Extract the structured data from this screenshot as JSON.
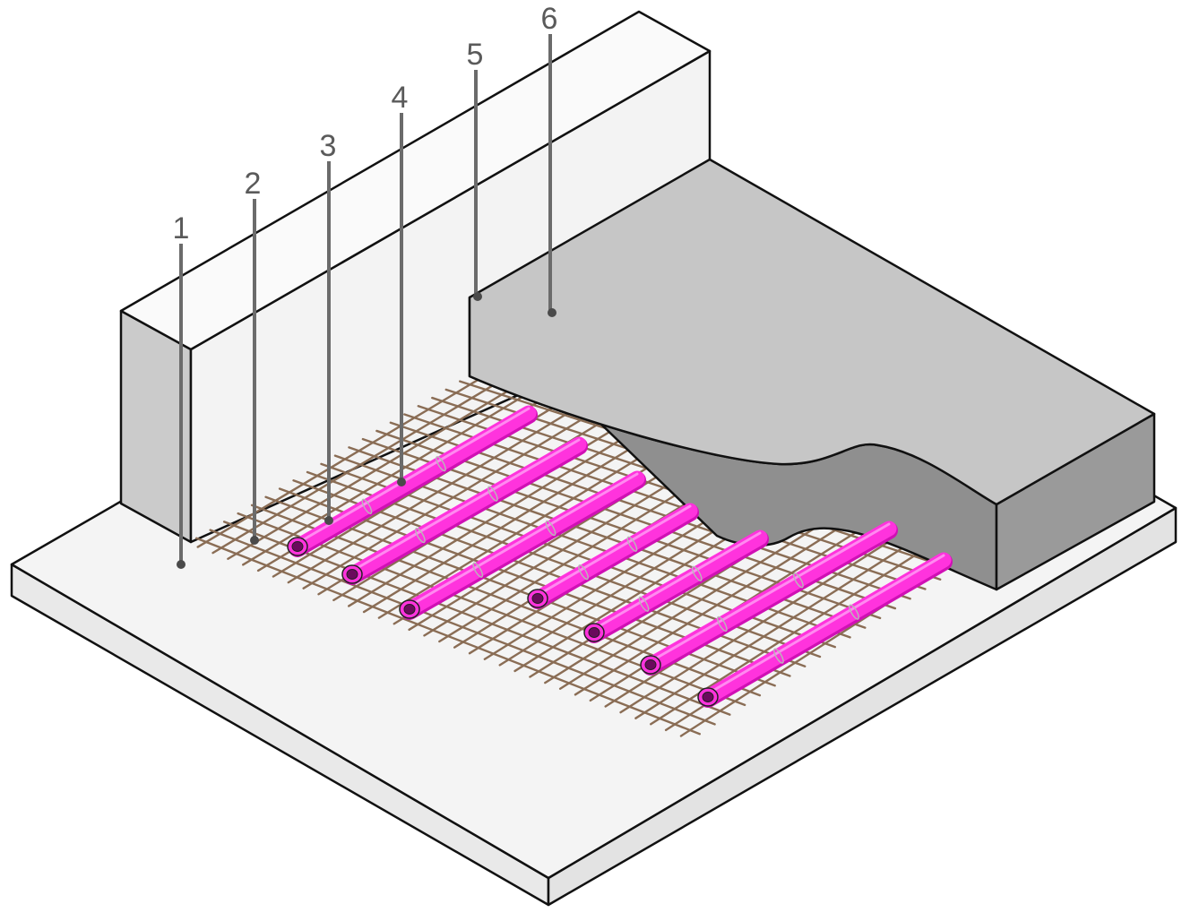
{
  "callouts": [
    {
      "id": "1",
      "label": "1"
    },
    {
      "id": "2",
      "label": "2"
    },
    {
      "id": "3",
      "label": "3"
    },
    {
      "id": "4",
      "label": "4"
    },
    {
      "id": "5",
      "label": "5"
    },
    {
      "id": "6",
      "label": "6"
    }
  ],
  "colors": {
    "base_top": "#f3f3f3",
    "base_side": "#e6e6e6",
    "wall_face": "#f2f2f2",
    "wall_side": "#c9c9c9",
    "screed_top": "#c6c6c6",
    "screed_side": "#8e8e8e",
    "mesh": "#8a6d55",
    "pipe": "#ff33dd",
    "pipe_dark": "#d010b5",
    "pipe_light": "#ff8af0",
    "leader": "#6b6b6b"
  }
}
